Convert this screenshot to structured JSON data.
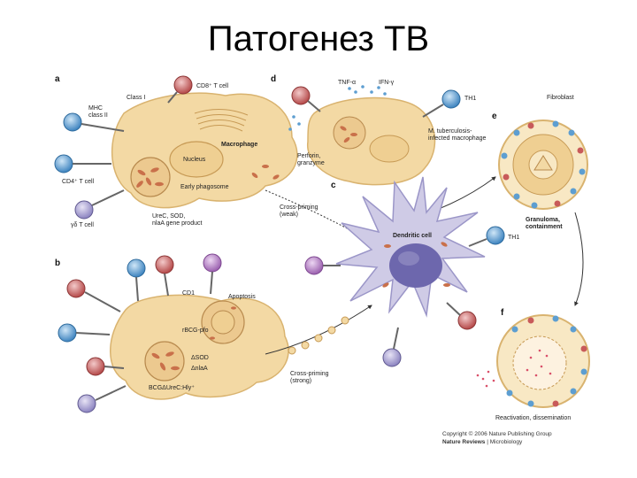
{
  "title": "Патогенез TB",
  "panels": {
    "a": "a",
    "b": "b",
    "c": "c",
    "d": "d",
    "e": "e",
    "f": "f"
  },
  "labels": {
    "cd8_t_cell": "CD8⁺ T cell",
    "class_i": "Class I",
    "mhc_class_ii": "MHC\nclass II",
    "cd4_t_cell": "CD4⁺ T cell",
    "gd_t_cell": "γδ T cell",
    "macrophage": "Macrophage",
    "nucleus": "Nucleus",
    "early_phagosome": "Early phagosome",
    "ure_sod": "UreC, SOD,\nnlaA gene product",
    "cross_priming_weak": "Cross-priming\n(weak)",
    "tnf": "TNF-α",
    "ifn": "IFN-γ",
    "th1_top": "TH1",
    "perforin": "Perforin,\ngranzyme",
    "infected_macrophage": "M. tuberculosis-\ninfected macrophage",
    "fibroblast": "Fibroblast",
    "dendritic_cell": "Dendritic cell",
    "th1_right": "TH1",
    "granuloma": "Granuloma,\ncontainment",
    "cd1": "CD1",
    "apoptosis": "Apoptosis",
    "rbcg_pfo": "rBCG-pfo",
    "asod": "ΔSOD",
    "delta_nlaa": "ΔnlaA",
    "bcg_ure": "BCGΔUreC:Hly⁺",
    "cross_priming_strong": "Cross-priming\n(strong)",
    "reactivation": "Reactivation, dissemination"
  },
  "copyright": {
    "line1": "Copyright © 2006 Nature Publishing Group",
    "line2_bold": "Nature Reviews",
    "line2_rest": " | Microbiology"
  },
  "colors": {
    "cell_body": "#f3d9a4",
    "cell_edge": "#d9b36f",
    "dendritic_body": "#cfcbe6",
    "dendritic_edge": "#9b96c8",
    "dendritic_nucleus": "#6d67ad",
    "tcell_blue": "#5d9ed1",
    "tcell_red": "#c85a5a",
    "tcell_purple": "#b37bc0",
    "arrow": "#333333",
    "bacteria": "#c9704a"
  }
}
